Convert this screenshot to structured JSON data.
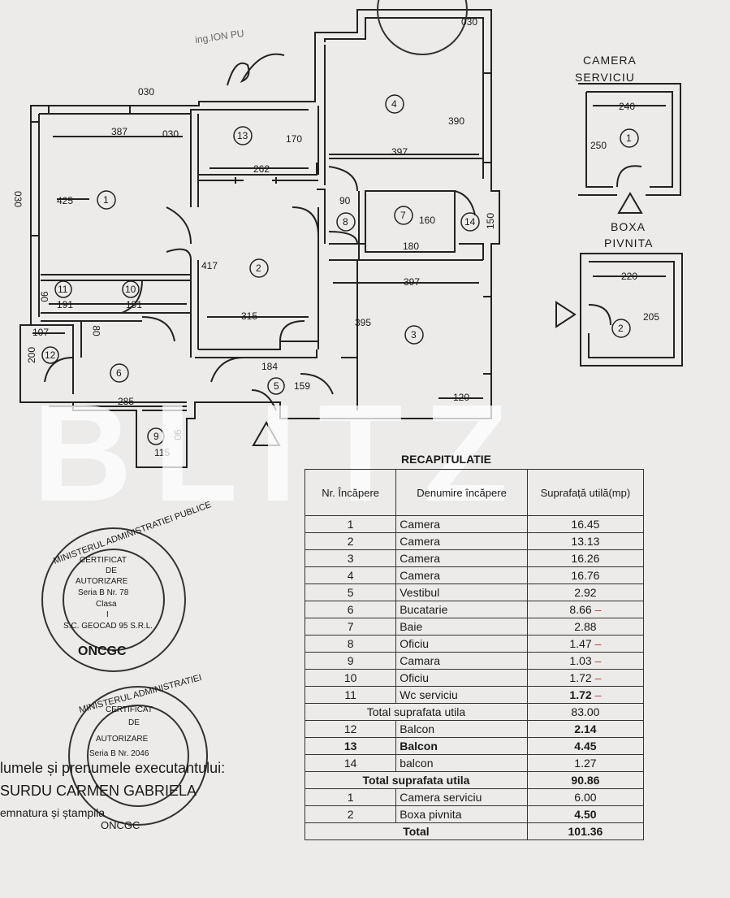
{
  "header": {
    "signature_text": "ing.ION PU",
    "top_dim": "030"
  },
  "plan": {
    "dims": {
      "d030_top": "030",
      "d387": "387",
      "d030_b": "030",
      "d030_left": "030",
      "d425": "425",
      "d170": "170",
      "d262": "262",
      "d390": "390",
      "d397_top": "397",
      "d90": "90",
      "d160": "160",
      "d180": "180",
      "d150": "150",
      "d417": "417",
      "d397_mid": "397",
      "d395": "395",
      "d315": "315",
      "d191a": "191",
      "d191b": "191",
      "d90v": "90",
      "d107": "107",
      "d200": "200",
      "d80": "80",
      "d184": "184",
      "d159": "159",
      "d285": "285",
      "d120": "120",
      "d115": "115",
      "d90b": "90"
    },
    "rooms": {
      "r1": "1",
      "r2": "2",
      "r3": "3",
      "r4": "4",
      "r5": "5",
      "r6": "6",
      "r7": "7",
      "r8": "8",
      "r9": "9",
      "r10": "10",
      "r11": "11",
      "r12": "12",
      "r13": "13",
      "r14": "14"
    }
  },
  "service_room": {
    "label_line1": "CAMERA",
    "label_line2": "SERVICIU",
    "dim_w": "240",
    "dim_h": "250",
    "room_no": "1"
  },
  "cellar": {
    "label_line1": "BOXA",
    "label_line2": "PIVNITA",
    "dim_w": "220",
    "dim_h": "205",
    "room_no": "2"
  },
  "stamp1": {
    "ring_text": "MINISTERUL ADMINISTRATIEI PUBLICE",
    "bottom_text": "ONCGC",
    "lines": [
      "CERTIFICAT",
      "DE",
      "AUTORIZARE",
      "Seria B Nr. 78",
      "Clasa",
      "I",
      "S.C. GEOCAD 95 S.R.L."
    ]
  },
  "stamp2": {
    "ring_text": "MINISTERUL ADMINISTRATIEI",
    "bottom_text": "ONCGC",
    "lines": [
      "CERTIFICAT",
      "DE",
      "AUTORIZARE",
      "Seria B Nr. 2046"
    ]
  },
  "executant": {
    "line1": "lumele și prenumele executantului:",
    "line2": "SURDU CARMEN GABRIELA",
    "line3": "emnatura și ștampila"
  },
  "watermark": "BLITZ",
  "recap": {
    "title": "RECAPITULATIE",
    "headers": {
      "nr": "Nr. Încăpere",
      "name": "Denumire încăpere",
      "area": "Suprafață utilă(mp)"
    },
    "rows": [
      {
        "nr": "1",
        "name": "Camera",
        "area": "16.45"
      },
      {
        "nr": "2",
        "name": "Camera",
        "area": "13.13"
      },
      {
        "nr": "3",
        "name": "Camera",
        "area": "16.26"
      },
      {
        "nr": "4",
        "name": "Camera",
        "area": "16.76"
      },
      {
        "nr": "5",
        "name": "Vestibul",
        "area": "2.92"
      },
      {
        "nr": "6",
        "name": "Bucatarie",
        "area": "8.66"
      },
      {
        "nr": "7",
        "name": "Baie",
        "area": "2.88"
      },
      {
        "nr": "8",
        "name": "Oficiu",
        "area": "1.47"
      },
      {
        "nr": "9",
        "name": "Camara",
        "area": "1.03"
      },
      {
        "nr": "10",
        "name": "Oficiu",
        "area": "1.72"
      },
      {
        "nr": "11",
        "name": "Wc serviciu",
        "area": "1.72"
      }
    ],
    "total_util": {
      "label": "Total suprafata utila",
      "value": "83.00"
    },
    "balcony_rows": [
      {
        "nr": "12",
        "name": "Balcon",
        "area": "2.14"
      },
      {
        "nr": "13",
        "name": "Balcon",
        "area": "4.45"
      },
      {
        "nr": "14",
        "name": "balcon",
        "area": "1.27"
      }
    ],
    "total_util2": {
      "label": "Total suprafata utila",
      "value": "90.86"
    },
    "extra_rows": [
      {
        "nr": "1",
        "name": "Camera serviciu",
        "area": "6.00"
      },
      {
        "nr": "2",
        "name": "Boxa pivnita",
        "area": "4.50"
      }
    ],
    "grand_total": {
      "label": "Total",
      "value": "101.36"
    },
    "mark": "–"
  }
}
